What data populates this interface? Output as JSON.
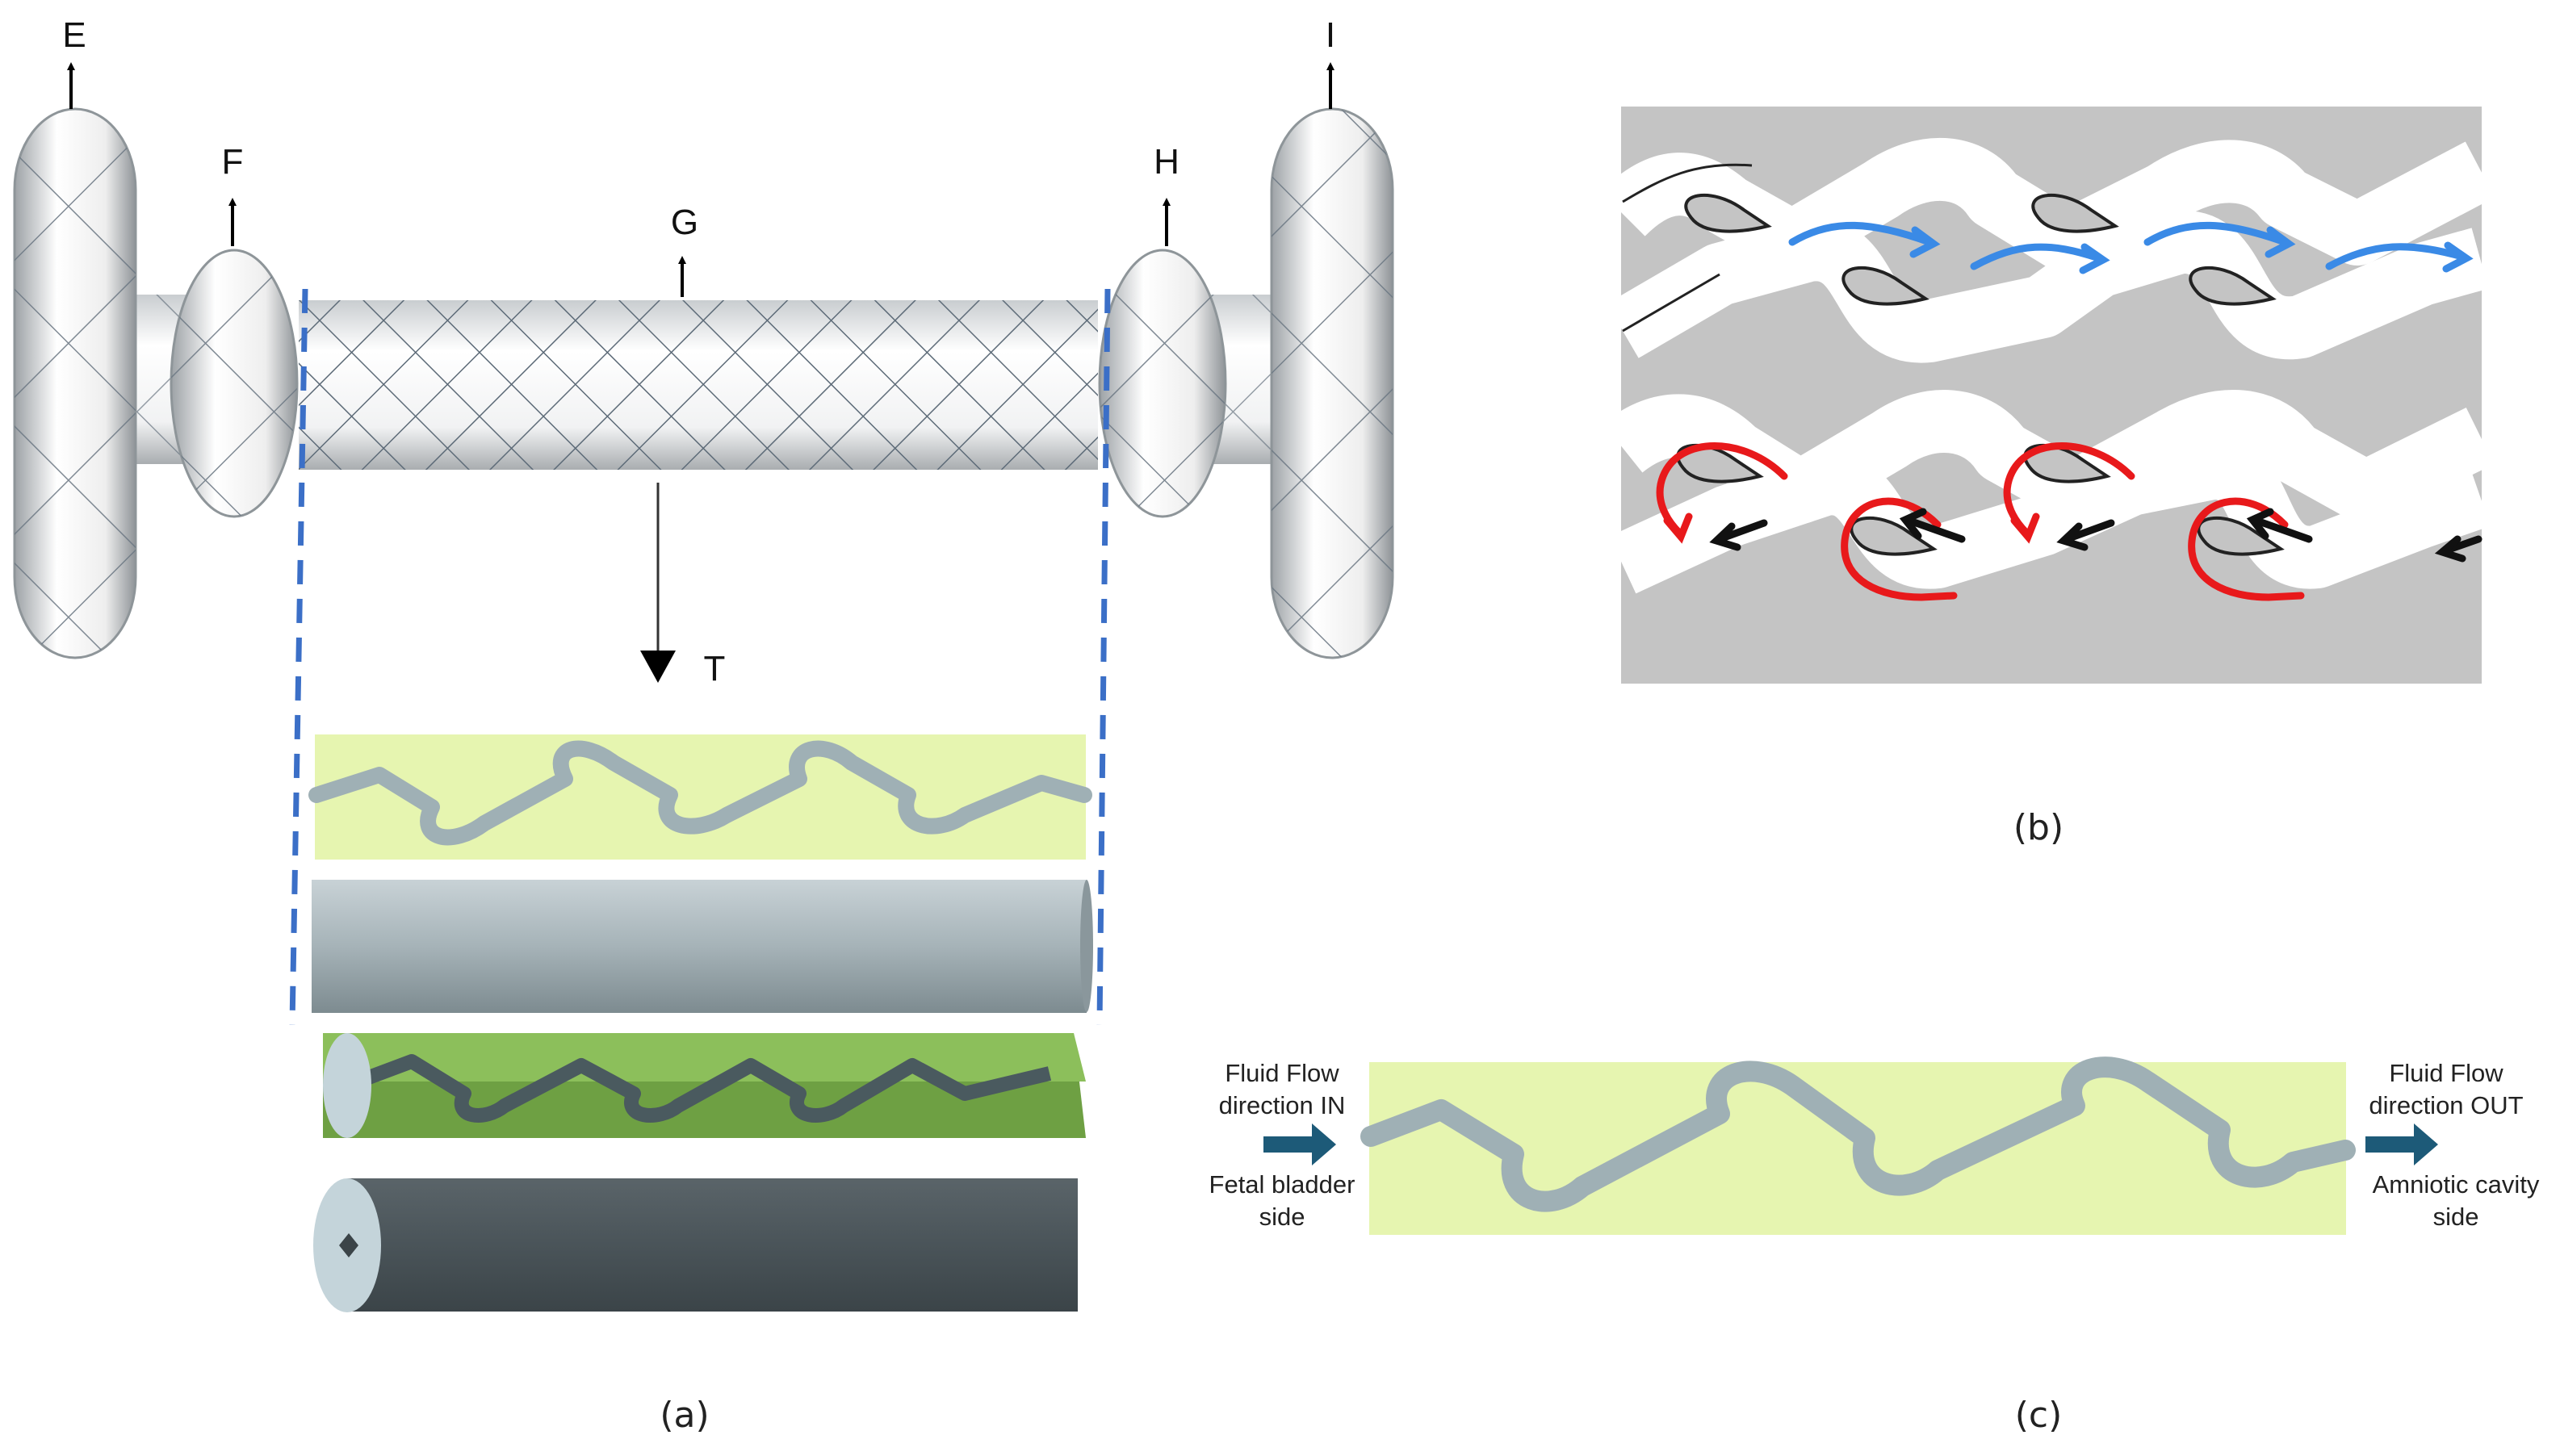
{
  "panel_a": {
    "caption": "(a)",
    "labels": {
      "e": "E",
      "f": "F",
      "g": "G",
      "h": "H",
      "i": "I",
      "t": "T"
    }
  },
  "panel_b": {
    "caption": "(b)",
    "colors": {
      "background": "#c4c4c4",
      "forward_arrow": "#3a8ae6",
      "reverse_curve": "#e8191b",
      "reverse_arrow": "#111111"
    }
  },
  "panel_c": {
    "caption": "(c)",
    "in_label_line1": "Fluid Flow",
    "in_label_line2": "direction IN",
    "in_side_line1": "Fetal bladder",
    "in_side_line2": "side",
    "out_label_line1": "Fluid Flow",
    "out_label_line2": "direction OUT",
    "out_side_line1": "Amniotic cavity",
    "out_side_line2": "side",
    "colors": {
      "channel_background": "#e6f5b0",
      "channel": "#9fb0b5",
      "arrow": "#1d5a78"
    }
  },
  "colors": {
    "guide_dash": "#3b6fc7",
    "stent_wire": "#556677",
    "cylinder": "#a9b6bb"
  }
}
